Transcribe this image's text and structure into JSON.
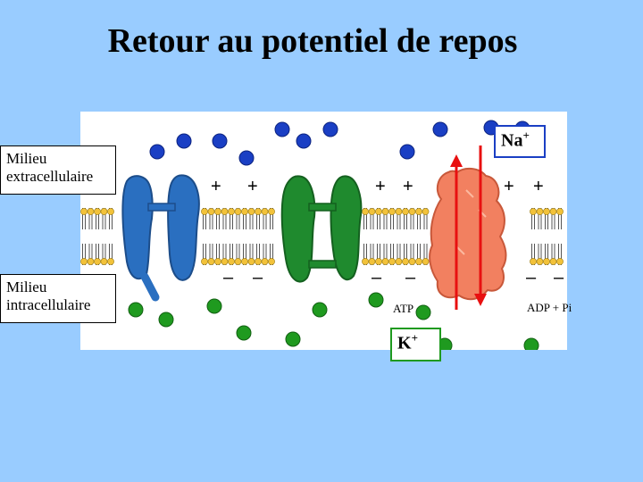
{
  "title": "Retour au potentiel de repos",
  "labels": {
    "extracellular": [
      "Milieu",
      "extracellulaire"
    ],
    "intracellular": [
      "Milieu",
      "intracellulaire"
    ]
  },
  "ions": {
    "na": {
      "symbol": "Na",
      "charge": "+"
    },
    "k": {
      "symbol": "K",
      "charge": "+"
    }
  },
  "reaction": {
    "atp": "ATP",
    "products": "ADP + Pi"
  },
  "signs": {
    "plus": "+",
    "minus": "–"
  },
  "colors": {
    "background": "#99ccff",
    "sodium": "#1a3fc4",
    "potassium": "#1f9a1f",
    "na_channel": "#2a6fc0",
    "k_channel": "#1f8a2e",
    "pump": "#f28060",
    "arrow": "#e81010",
    "lipid_head": "#f2c23a"
  }
}
